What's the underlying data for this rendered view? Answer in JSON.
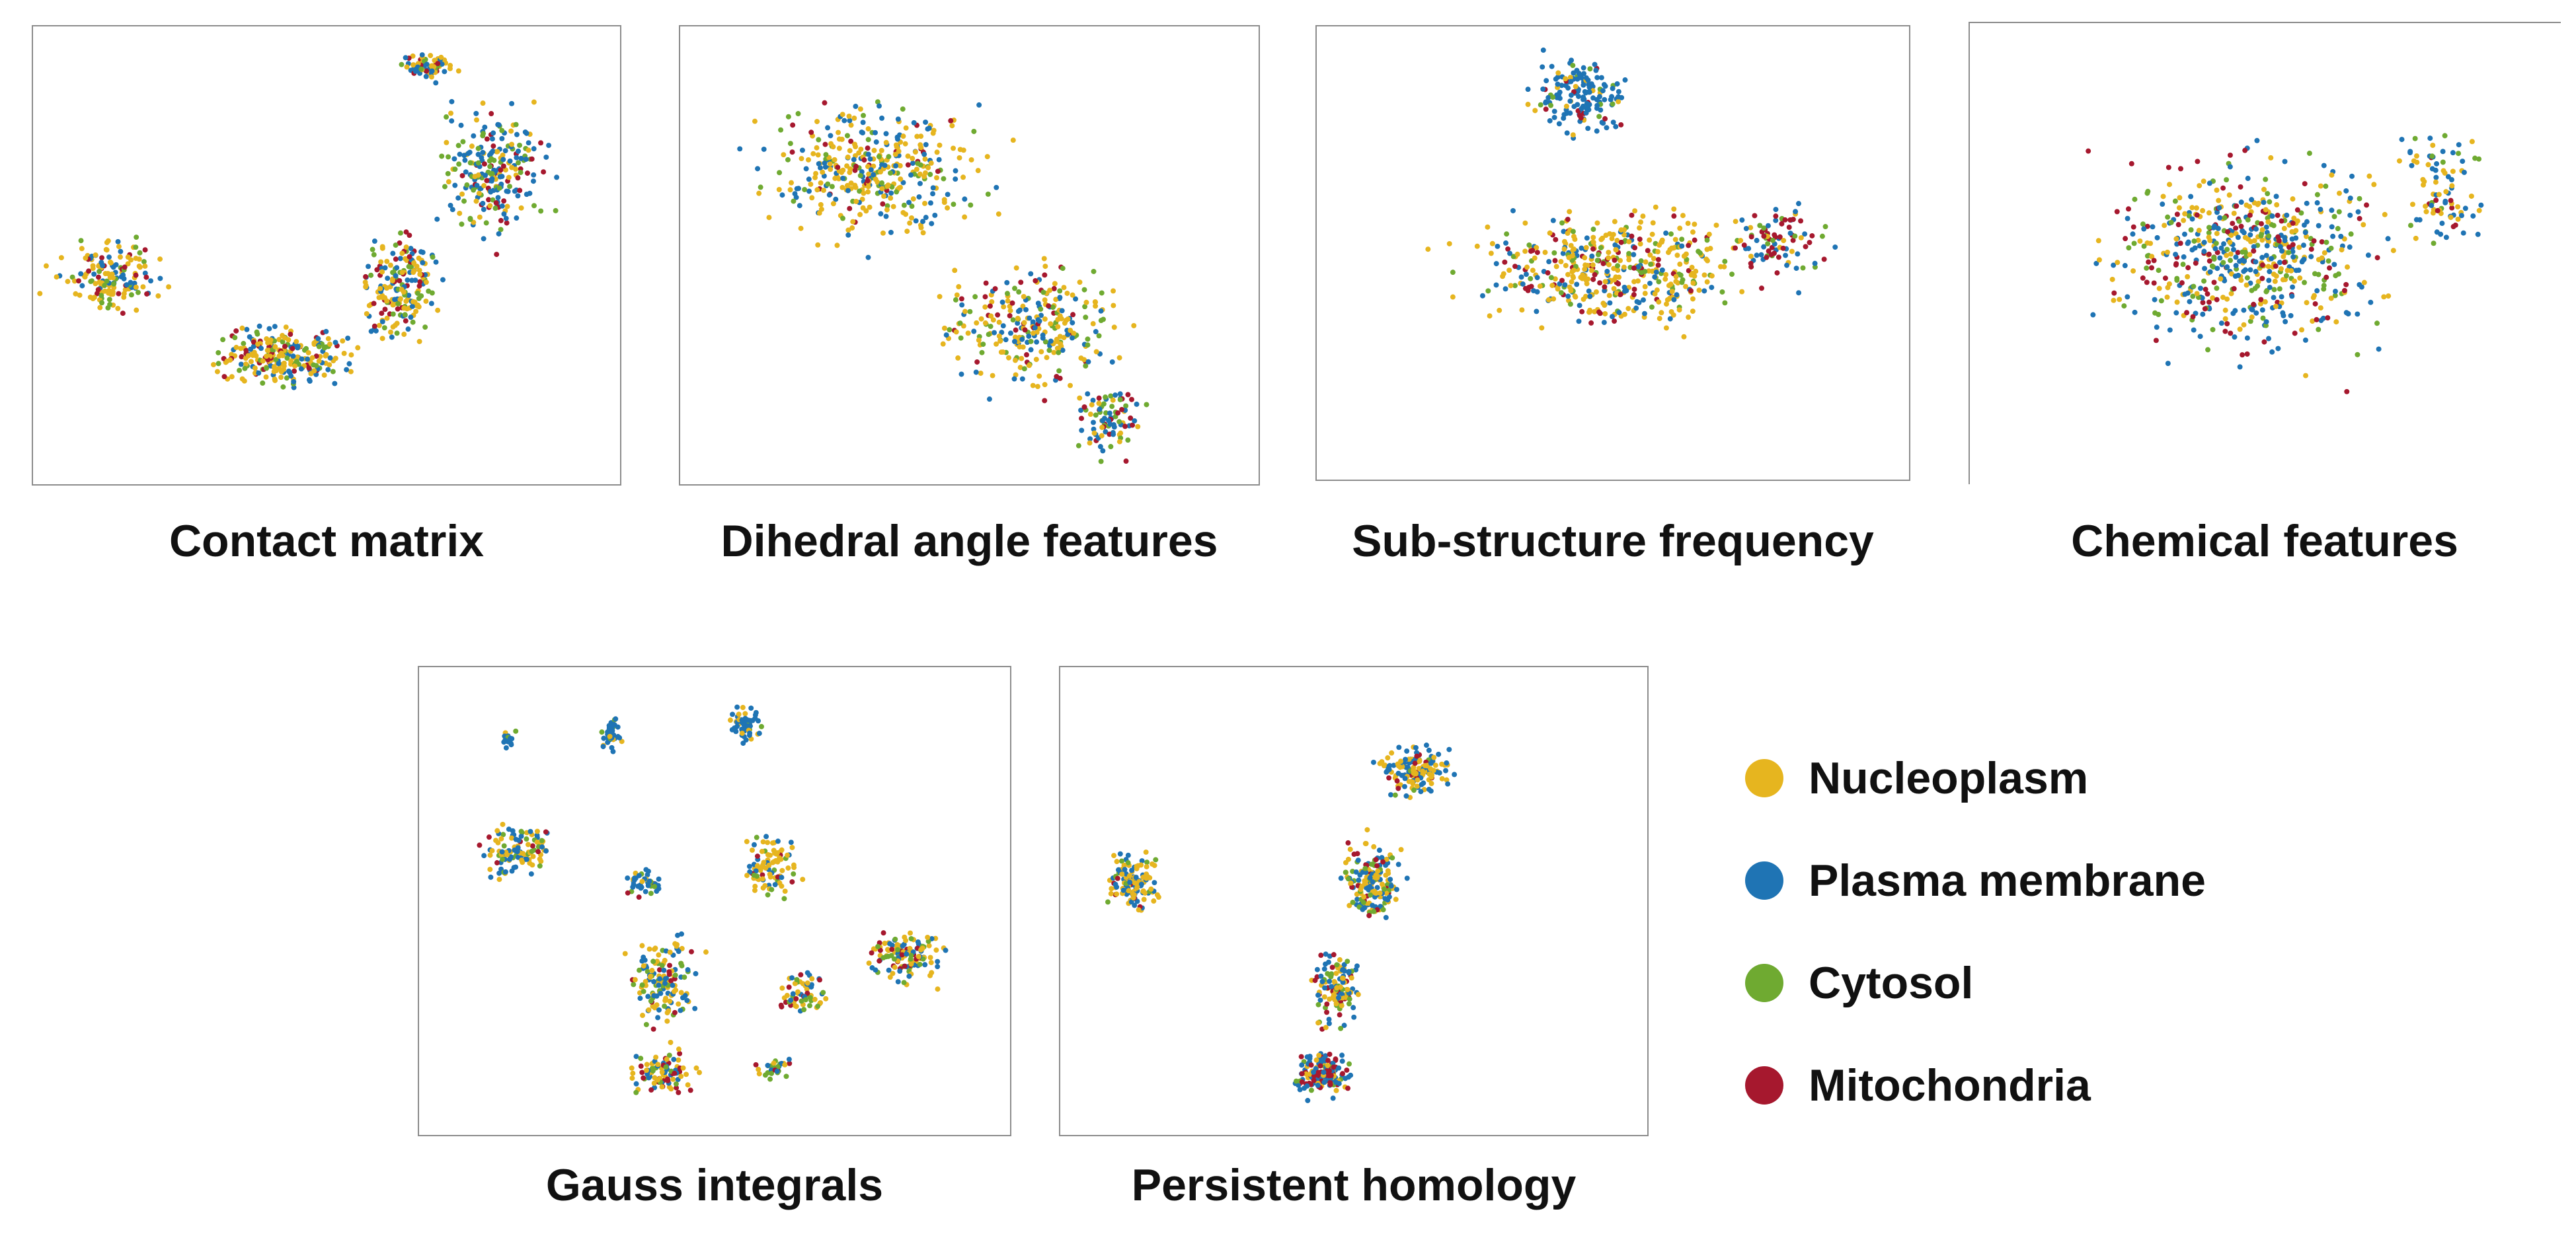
{
  "colors": {
    "Nucleoplasm": "#e6b51f",
    "Plasma membrane": "#1f74b4",
    "Cytosol": "#6faa31",
    "Mitochondria": "#a6182e"
  },
  "legend": [
    "Nucleoplasm",
    "Plasma membrane",
    "Cytosol",
    "Mitochondria"
  ],
  "panels": [
    {
      "title": "Contact matrix"
    },
    {
      "title": "Dihedral angle features"
    },
    {
      "title": "Sub-structure frequency"
    },
    {
      "title": "Chemical features"
    },
    {
      "title": "Gauss integrals"
    },
    {
      "title": "Persistent homology"
    }
  ],
  "chart_data": {
    "type": "scatter",
    "description_of_values": "2D embedding scatter plots; axes are unlabeled. Points are colored by subcellular localization class.",
    "series": [
      {
        "name": "Nucleoplasm"
      },
      {
        "name": "Plasma membrane"
      },
      {
        "name": "Cytosol"
      },
      {
        "name": "Mitochondria"
      }
    ],
    "xlabel": "",
    "ylabel": "",
    "grid": false,
    "legend_position": "right"
  }
}
